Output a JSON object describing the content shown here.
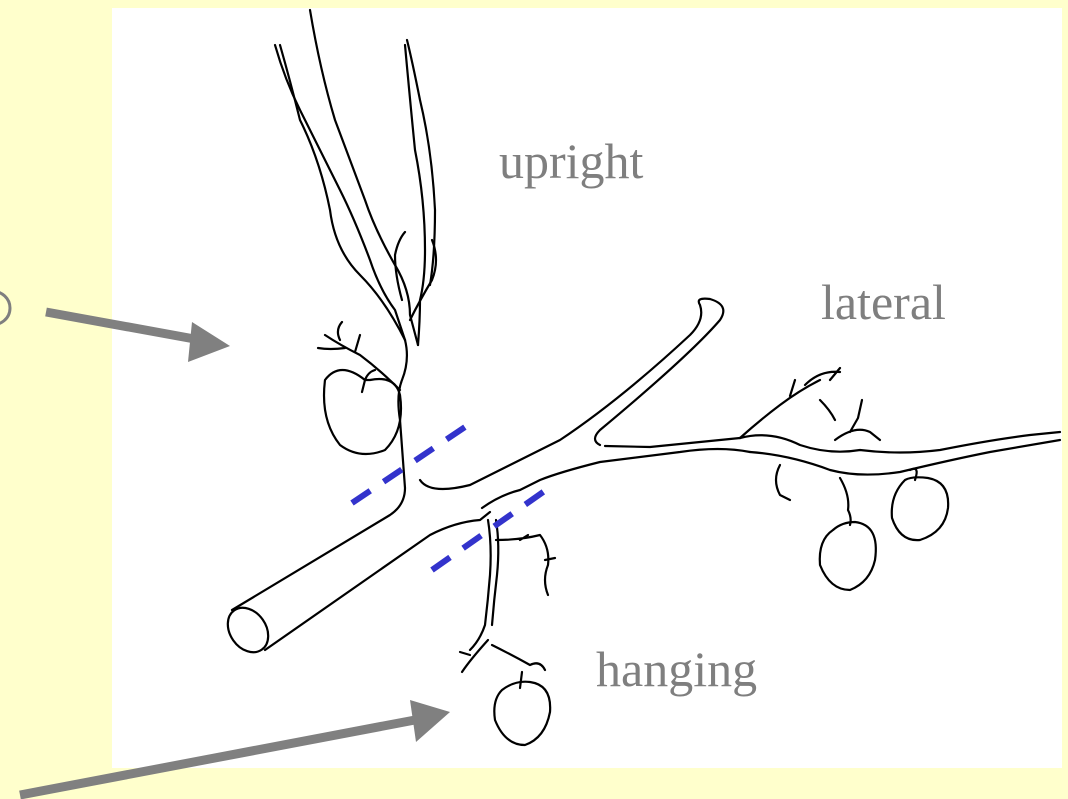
{
  "labels": {
    "upright": "upright",
    "lateral": "lateral",
    "hanging": "hanging"
  },
  "colors": {
    "background": "#ffffcc",
    "panel": "#ffffff",
    "arrow": "#808080",
    "cut_line": "#3333cc",
    "ink": "#000000",
    "label_text": "#7f7f7f"
  },
  "icons": {
    "arrow_upright": "arrow-icon",
    "arrow_hanging": "arrow-icon",
    "cut_lines": "dashed-line-icon"
  }
}
